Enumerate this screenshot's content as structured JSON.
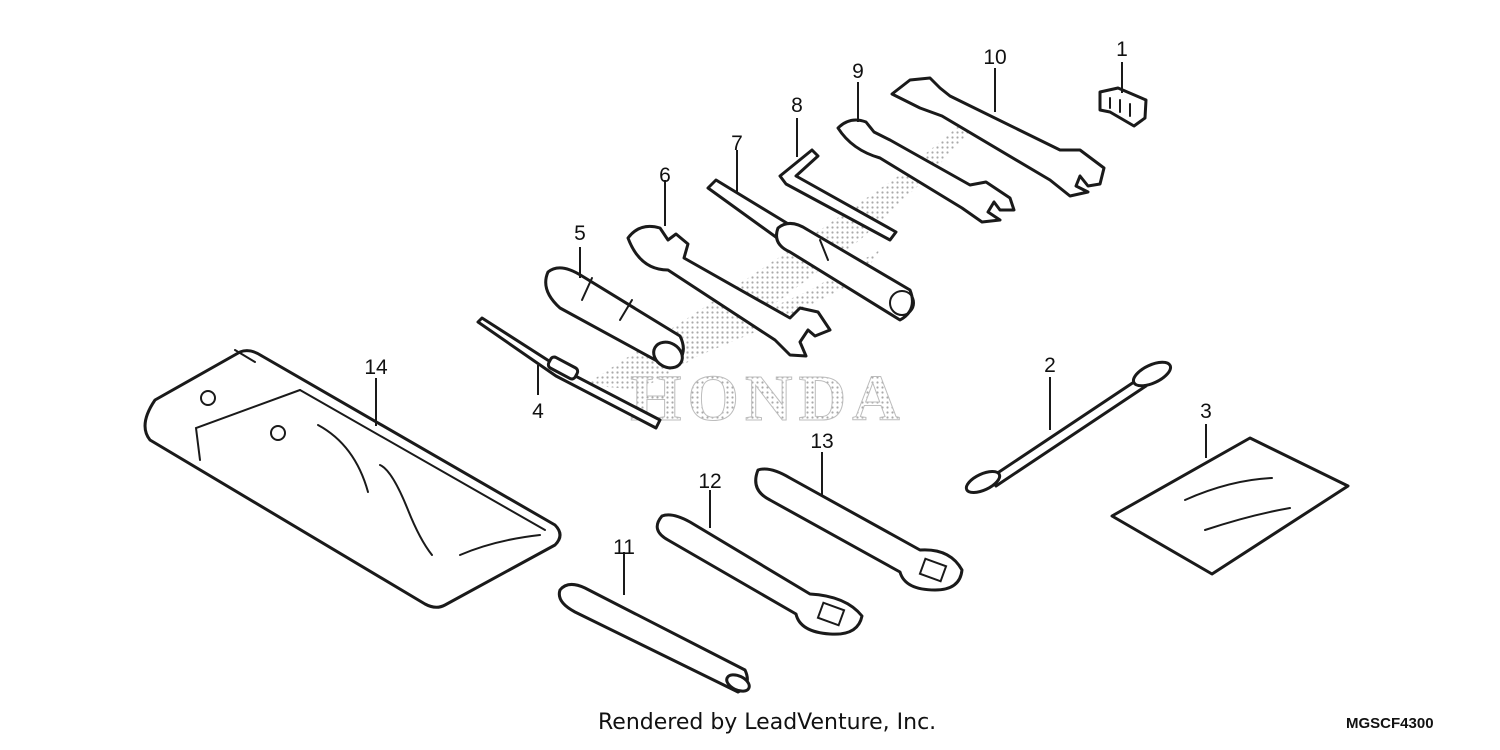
{
  "diagram": {
    "watermark": "HONDA",
    "callouts": [
      "1",
      "2",
      "3",
      "4",
      "5",
      "6",
      "7",
      "8",
      "9",
      "10",
      "11",
      "12",
      "13",
      "14"
    ],
    "footer": {
      "credit": "Rendered by LeadVenture, Inc.",
      "code": "MGSCF4300"
    },
    "colors": {
      "line": "#1a1a1a",
      "watermark": "#b8b8b8",
      "background": "#ffffff"
    }
  }
}
